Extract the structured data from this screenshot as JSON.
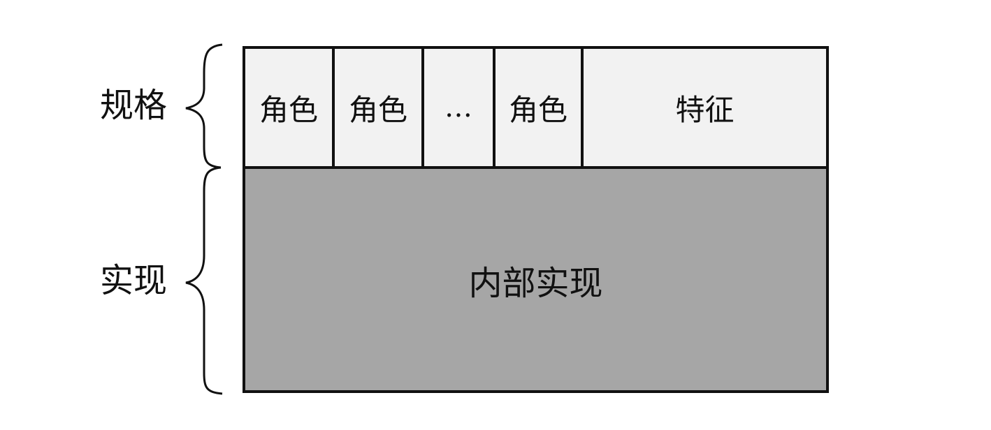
{
  "labels": {
    "spec": "规格",
    "impl": "实现"
  },
  "spec_row": {
    "cells": [
      "角色",
      "角色",
      "…",
      "角色",
      "特征"
    ]
  },
  "impl_box": {
    "text": "内部实现"
  }
}
